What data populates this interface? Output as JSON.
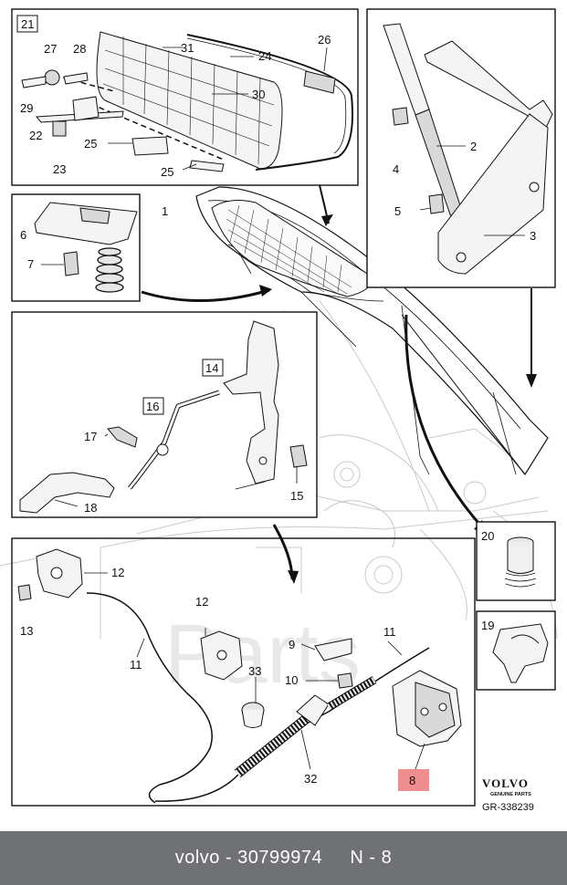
{
  "callouts": {
    "c1": "1",
    "c2": "2",
    "c3": "3",
    "c4": "4",
    "c5": "5",
    "c6": "6",
    "c7": "7",
    "c8": "8",
    "c9": "9",
    "c10": "10",
    "c11a": "11",
    "c11b": "11",
    "c12a": "12",
    "c12b": "12",
    "c13": "13",
    "c14": "14",
    "c15": "15",
    "c16": "16",
    "c17": "17",
    "c18": "18",
    "c19": "19",
    "c20": "20",
    "c21": "21",
    "c22": "22",
    "c23": "23",
    "c24": "24",
    "c25a": "25",
    "c25b": "25",
    "c26": "26",
    "c27": "27",
    "c28": "28",
    "c29": "29",
    "c30": "30",
    "c31": "31",
    "c32": "32",
    "c33": "33"
  },
  "brand": {
    "name": "VOLVO",
    "subtitle": "GENUINE PARTS",
    "ref": "GR-338239"
  },
  "watermark": "Parts",
  "footer": {
    "text": "volvo - 30799974     N - 8"
  },
  "colors": {
    "highlight": "#f08d8f",
    "footer_bg": "#6f7174"
  }
}
